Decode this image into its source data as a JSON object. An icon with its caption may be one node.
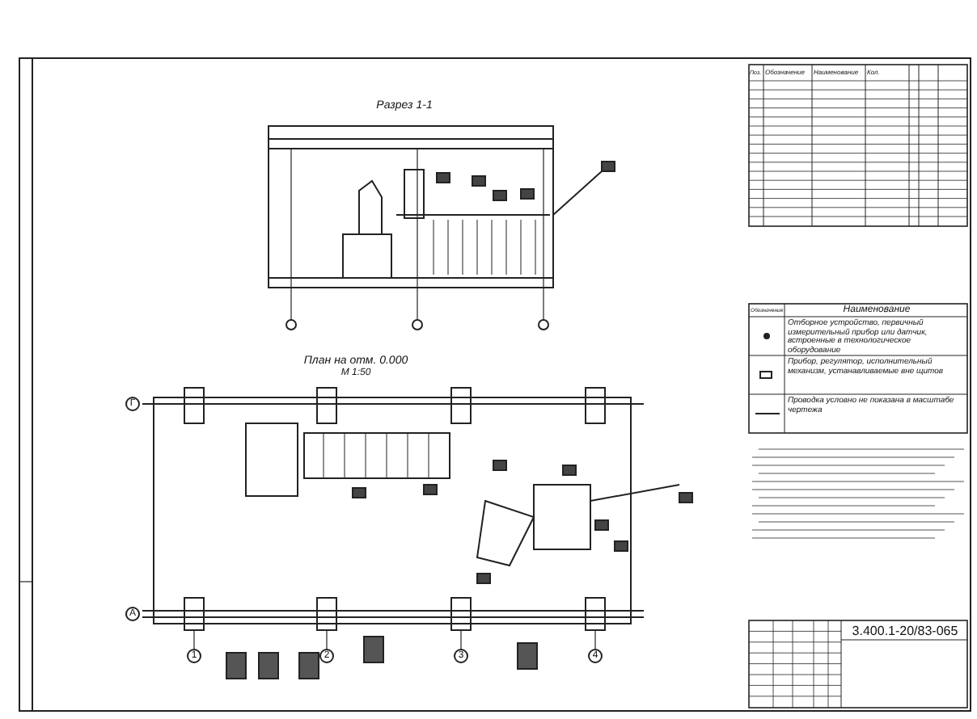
{
  "diagram": {
    "labels": [
      "Разрез 1-1",
      "План на отм. 0.000",
      "М 1:50",
      "Г",
      "А",
      "1",
      "2",
      "3",
      "4",
      "Поз.",
      "Обозначение",
      "Наименование",
      "Кол.",
      "Обозначение",
      "Наименование",
      "3.400.1-20/83-065"
    ],
    "legend": [
      {
        "text": "Отборное устройство, первичный измерительный прибор или датчик, встроенные в технологическое оборудование"
      },
      {
        "text": "Прибор, регулятор, исполнительный механизм, устанавливаемые вне щитов"
      },
      {
        "text": "Проводка условно не показана в масштабе чертежа"
      }
    ]
  }
}
